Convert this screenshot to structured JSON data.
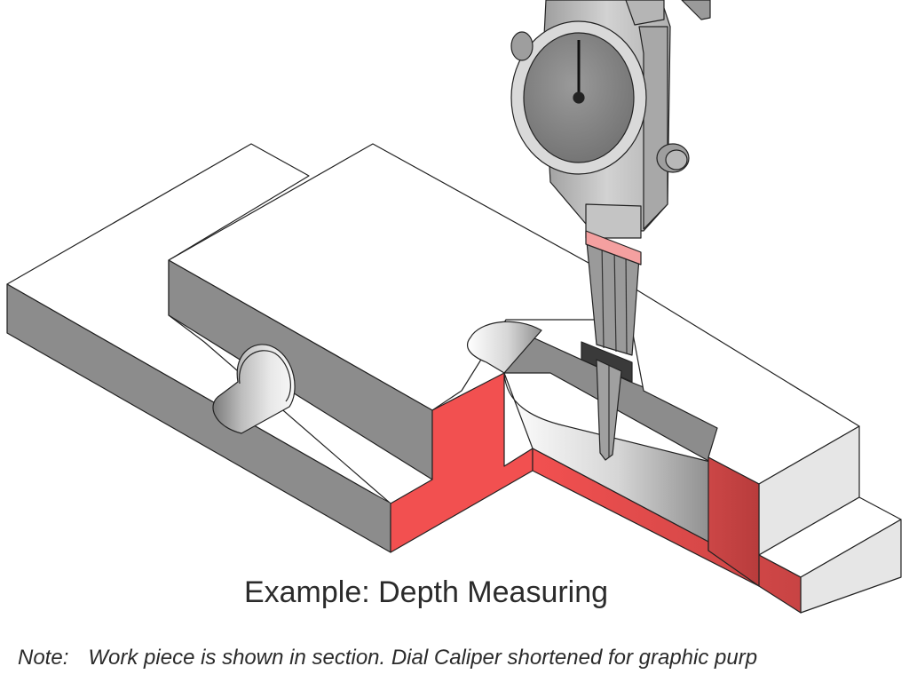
{
  "caption": "Example: Depth Measuring",
  "note": {
    "label": "Note:",
    "text": "Work piece is shown in section. Dial Caliper shortened for graphic purp"
  },
  "colors": {
    "section": "#f25050",
    "section_dark": "#c84444",
    "top_face": "#ffffff",
    "side_face": "#8c8c8c",
    "light_face": "#e6e6e6",
    "caliper_body": "#c8c8c8",
    "dial_face": "#888888",
    "outline": "#222222",
    "marker": "#f4a0a0"
  }
}
